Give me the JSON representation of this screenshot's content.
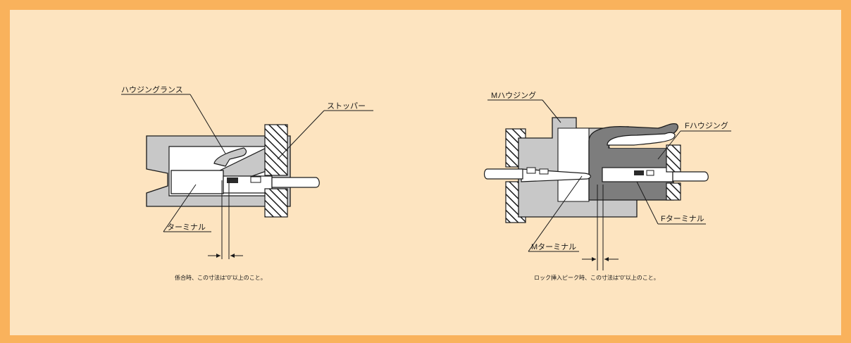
{
  "colors": {
    "border": "#f9b25c",
    "background": "#fde4c0",
    "light_gray": "#c8c8c8",
    "dark_gray": "#7d7d7d",
    "line": "#1a1a1a"
  },
  "left_diagram": {
    "labels": {
      "housing_lance": "ハウジングランス",
      "stopper": "ストッパー",
      "terminal": "ターミナル"
    },
    "caption": "係合時、この寸法は“0”以上のこと。"
  },
  "right_diagram": {
    "labels": {
      "m_housing": "Mハウジング",
      "f_housing": "Fハウジング",
      "f_terminal": "Fターミナル",
      "m_terminal": "Mターミナル"
    },
    "caption": "ロック挿入ピーク時、この寸法は“0”以上のこと。"
  }
}
